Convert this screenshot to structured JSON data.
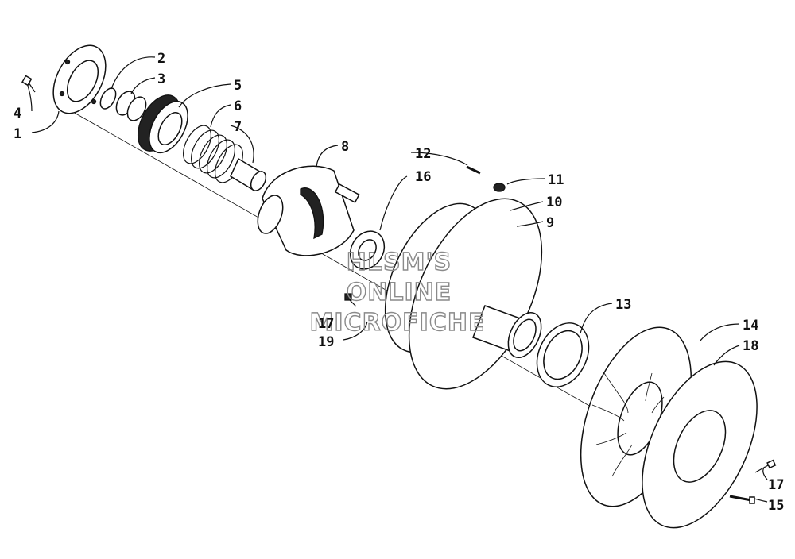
{
  "watermark": {
    "line1": "HLSM'S",
    "line2": "ONLINE",
    "line3": "MICROFICHE"
  },
  "callouts": [
    {
      "id": "c1",
      "text": "1"
    },
    {
      "id": "c2",
      "text": "2"
    },
    {
      "id": "c3",
      "text": "3"
    },
    {
      "id": "c4",
      "text": "4"
    },
    {
      "id": "c5",
      "text": "5"
    },
    {
      "id": "c6",
      "text": "6"
    },
    {
      "id": "c7",
      "text": "7"
    },
    {
      "id": "c8",
      "text": "8"
    },
    {
      "id": "c9",
      "text": "9"
    },
    {
      "id": "c10",
      "text": "10"
    },
    {
      "id": "c11",
      "text": "11"
    },
    {
      "id": "c12",
      "text": "12"
    },
    {
      "id": "c13",
      "text": "13"
    },
    {
      "id": "c14",
      "text": "14"
    },
    {
      "id": "c15",
      "text": "15"
    },
    {
      "id": "c16",
      "text": "16"
    },
    {
      "id": "c17a",
      "text": "17"
    },
    {
      "id": "c17b",
      "text": "17"
    },
    {
      "id": "c18",
      "text": "18"
    },
    {
      "id": "c19",
      "text": "19"
    }
  ]
}
